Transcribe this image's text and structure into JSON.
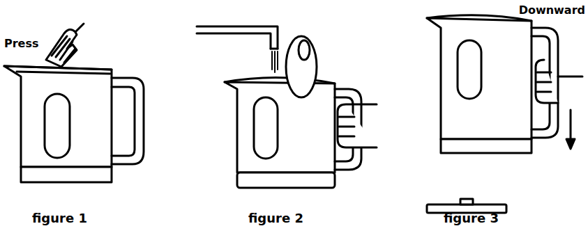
{
  "diagram": {
    "labels": [
      "Press",
      "Downward",
      "figure 1",
      "figure 2",
      "figure 3"
    ]
  }
}
